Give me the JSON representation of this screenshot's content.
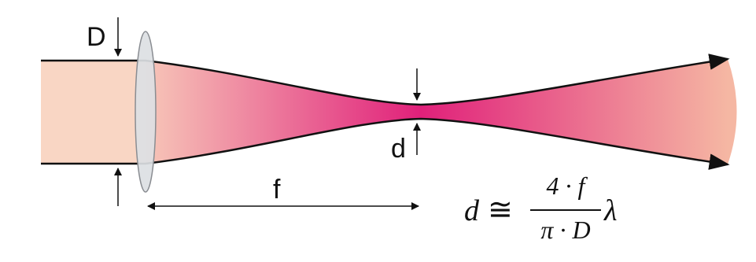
{
  "labels": {
    "D": "D",
    "d": "d",
    "f": "f"
  },
  "formula": {
    "lhs": "d",
    "approx": "≅",
    "numerator": "4 · f",
    "denominator": "π · D",
    "lambda": "λ"
  },
  "colors": {
    "background": "#ffffff",
    "input_beam": "#f9d6c4",
    "focus": "#e0207a",
    "beam_edge": "#f5b7a3",
    "lens_fill": "#dcdfe3",
    "lens_stroke": "#8a8d92",
    "line": "#111111"
  }
}
